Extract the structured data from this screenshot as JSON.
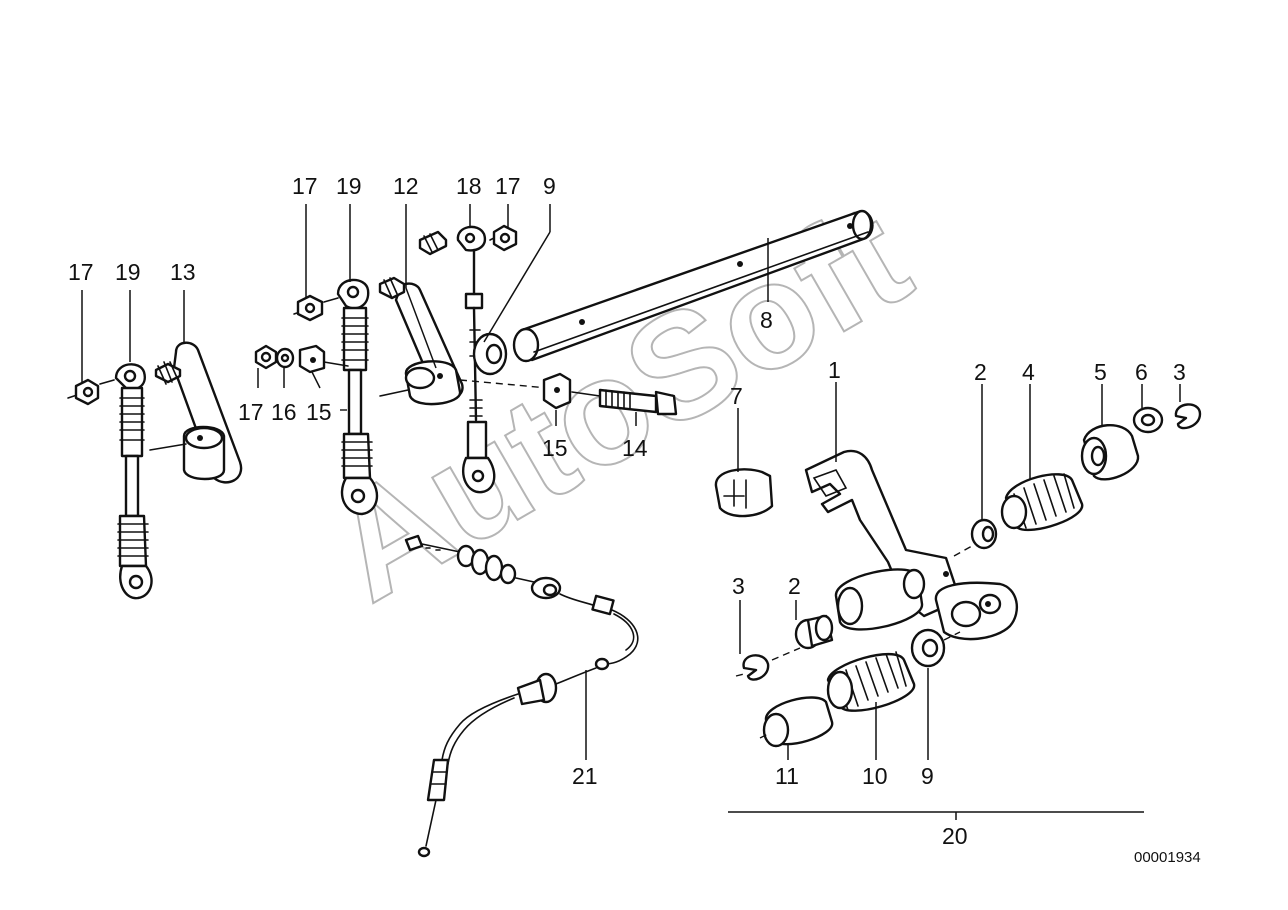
{
  "diagram": {
    "callouts": [
      {
        "id": "c-17a",
        "text": "17"
      },
      {
        "id": "c-19a",
        "text": "19"
      },
      {
        "id": "c-13",
        "text": "13"
      },
      {
        "id": "c-17b",
        "text": "17"
      },
      {
        "id": "c-19b",
        "text": "19"
      },
      {
        "id": "c-12",
        "text": "12"
      },
      {
        "id": "c-18",
        "text": "18"
      },
      {
        "id": "c-17c",
        "text": "17"
      },
      {
        "id": "c-9a",
        "text": "9"
      },
      {
        "id": "c-8",
        "text": "8"
      },
      {
        "id": "c-17d",
        "text": "17"
      },
      {
        "id": "c-16",
        "text": "16"
      },
      {
        "id": "c-15a",
        "text": "15"
      },
      {
        "id": "c-15b",
        "text": "15"
      },
      {
        "id": "c-14",
        "text": "14"
      },
      {
        "id": "c-7",
        "text": "7"
      },
      {
        "id": "c-1",
        "text": "1"
      },
      {
        "id": "c-2a",
        "text": "2"
      },
      {
        "id": "c-4",
        "text": "4"
      },
      {
        "id": "c-5",
        "text": "5"
      },
      {
        "id": "c-6",
        "text": "6"
      },
      {
        "id": "c-3a",
        "text": "3"
      },
      {
        "id": "c-3b",
        "text": "3"
      },
      {
        "id": "c-2b",
        "text": "2"
      },
      {
        "id": "c-11",
        "text": "11"
      },
      {
        "id": "c-10",
        "text": "10"
      },
      {
        "id": "c-9b",
        "text": "9"
      },
      {
        "id": "c-21",
        "text": "21"
      },
      {
        "id": "c-20",
        "text": "20"
      }
    ],
    "diagram_code": "00001934",
    "watermark": "AutoSoft"
  }
}
